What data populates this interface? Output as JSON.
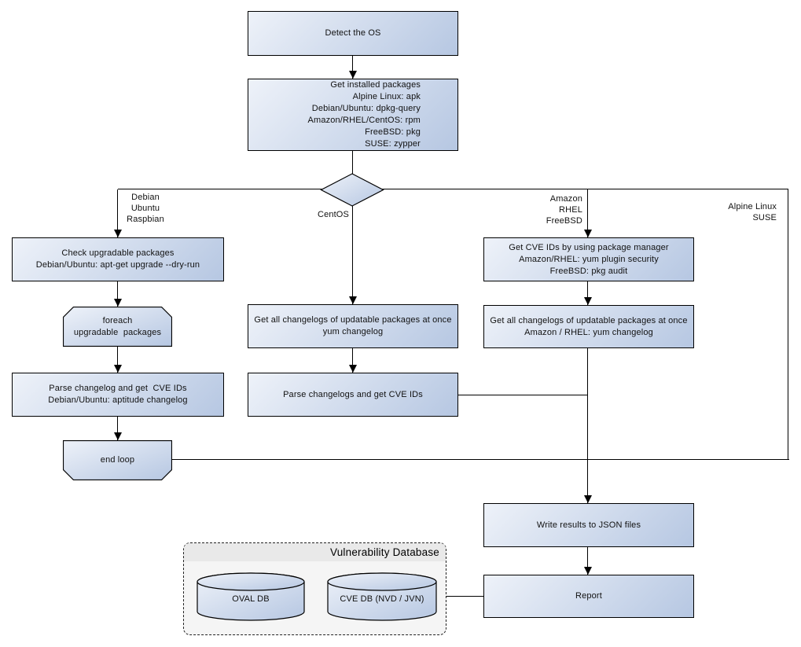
{
  "nodes": {
    "detect_os": {
      "text": "Detect the OS"
    },
    "get_installed_packages": {
      "text": "Get installed packages\nAlpine Linux: apk\nDebian/Ubuntu: dpkg-query\nAmazon/RHEL/CentOS: rpm\nFreeBSD: pkg\nSUSE: zypper"
    },
    "check_upgradable": {
      "text": "Check upgradable packages\nDebian/Ubuntu: apt-get upgrade --dry-run"
    },
    "foreach_loop": {
      "text": "foreach\nupgradable  packages"
    },
    "parse_changelog_deb": {
      "text": "Parse changelog and get  CVE IDs\nDebian/Ubuntu: aptitude changelog"
    },
    "end_loop": {
      "text": "end loop"
    },
    "get_changelogs_centos": {
      "text": "Get all changelogs of updatable packages at once\nyum changelog"
    },
    "parse_changelogs_centos": {
      "text": "Parse changelogs and get CVE IDs"
    },
    "get_cve_ids_pkg_mgr": {
      "text": "Get CVE IDs by using package manager\nAmazon/RHEL: yum plugin security\nFreeBSD: pkg audit"
    },
    "get_changelogs_amazon": {
      "text": "Get all changelogs of updatable packages at once\nAmazon / RHEL: yum changelog"
    },
    "write_json": {
      "text": "Write results to JSON files"
    },
    "report": {
      "text": "Report"
    }
  },
  "branch_labels": {
    "debian": "Debian\nUbuntu\nRaspbian",
    "centos": "CentOS",
    "amazon": "Amazon\nRHEL\nFreeBSD",
    "alpine": "Alpine Linux\nSUSE"
  },
  "database": {
    "title": "Vulnerability Database",
    "oval_db": "OVAL DB",
    "cve_db": "CVE DB (NVD / JVN)"
  },
  "colors": {
    "node_gradient_start": "#eef2f9",
    "node_gradient_end": "#b6c7e2",
    "stroke": "#000000",
    "db_container_bg": "#f5f5f5",
    "db_header_bg": "#e9e9e9"
  }
}
